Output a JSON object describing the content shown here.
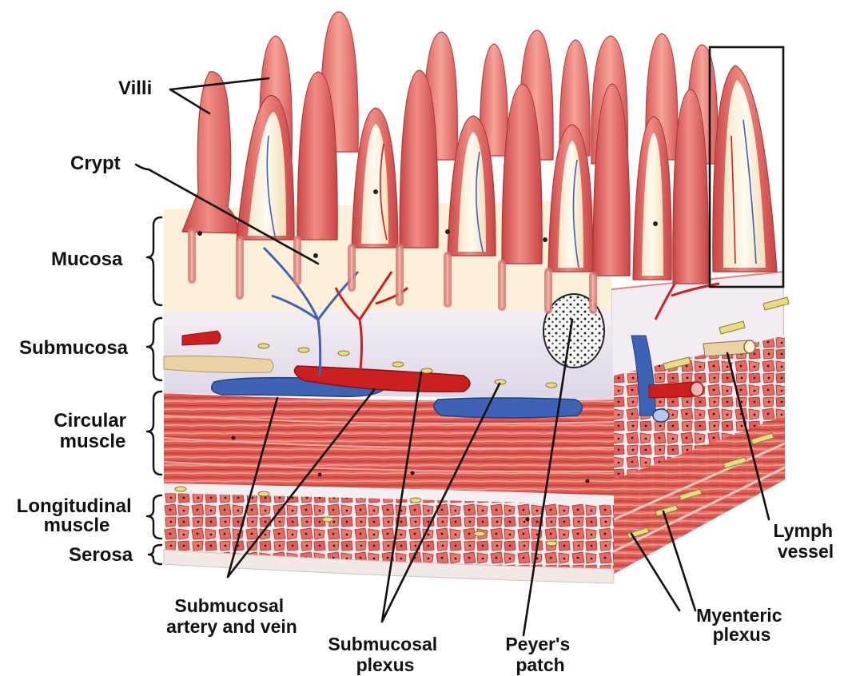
{
  "labels": {
    "villi": "Villi",
    "crypt": "Crypt",
    "mucosa": "Mucosa",
    "submucosa": "Submucosa",
    "circular_muscle": [
      "Circular",
      "muscle"
    ],
    "longitudinal_muscle": [
      "Longitudinal",
      "muscle"
    ],
    "serosa": "Serosa",
    "submucosal_artery_vein": [
      "Submucosal",
      "artery and vein"
    ],
    "submucosal_plexus": [
      "Submucosal",
      "plexus"
    ],
    "peyers_patch": [
      "Peyer's",
      "patch"
    ],
    "myenteric_plexus": [
      "Myenteric",
      "plexus"
    ],
    "lymph_vessel": [
      "Lymph",
      "vessel"
    ]
  },
  "colors": {
    "villus": "#e46a6a",
    "villus_light": "#f6b1a6",
    "lamina": "#fbefd9",
    "submucosa": "#f3edf0",
    "muscle": "#e2645c",
    "muscle_dark": "#c8463f",
    "artery": "#cc1f1f",
    "vein": "#3e62b5",
    "nerve": "#e8dd84",
    "lymph": "#ead1a6"
  }
}
